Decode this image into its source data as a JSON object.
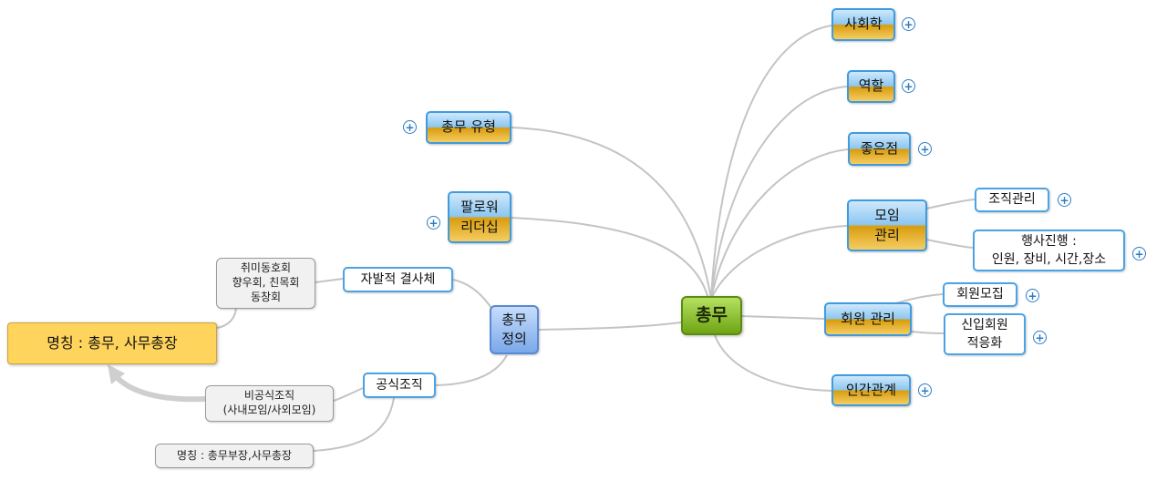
{
  "central": {
    "label": "총무"
  },
  "branches": {
    "sociology": "사회학",
    "role": "역할",
    "good_points": "좋은점",
    "meeting_mgmt": [
      "모임",
      "관리"
    ],
    "org_mgmt": "조직관리",
    "event": [
      "행사진행 :",
      "인원, 장비, 시간,장소"
    ],
    "member_mgmt": "회원 관리",
    "recruit": "회원모집",
    "new_member": [
      "신입회원",
      "적응화"
    ],
    "relations": "인간관계",
    "types": "총무 유형",
    "followership": [
      "팔로워",
      "리더십"
    ],
    "definition": [
      "총무",
      "정의"
    ],
    "voluntary": "자발적 결사체",
    "hobby_clubs": [
      "취미동호회",
      "향우회, 친목회",
      "동창회"
    ],
    "formal_org": "공식조직",
    "informal_org": [
      "비공식조직",
      "(사내모임/사외모임)"
    ],
    "name_informal": "명칭 : 총무, 사무총장",
    "name_formal": "명칭 : 총무부장,사무총장"
  },
  "expand_symbol": "+",
  "colors": {
    "link": "#c4c4c4",
    "arrow": "#cfcfcf",
    "central": "#8fc437",
    "section_border": "#3f9be0",
    "expand_icon": "#2e7cc4",
    "name_box": "#ffd45c"
  }
}
